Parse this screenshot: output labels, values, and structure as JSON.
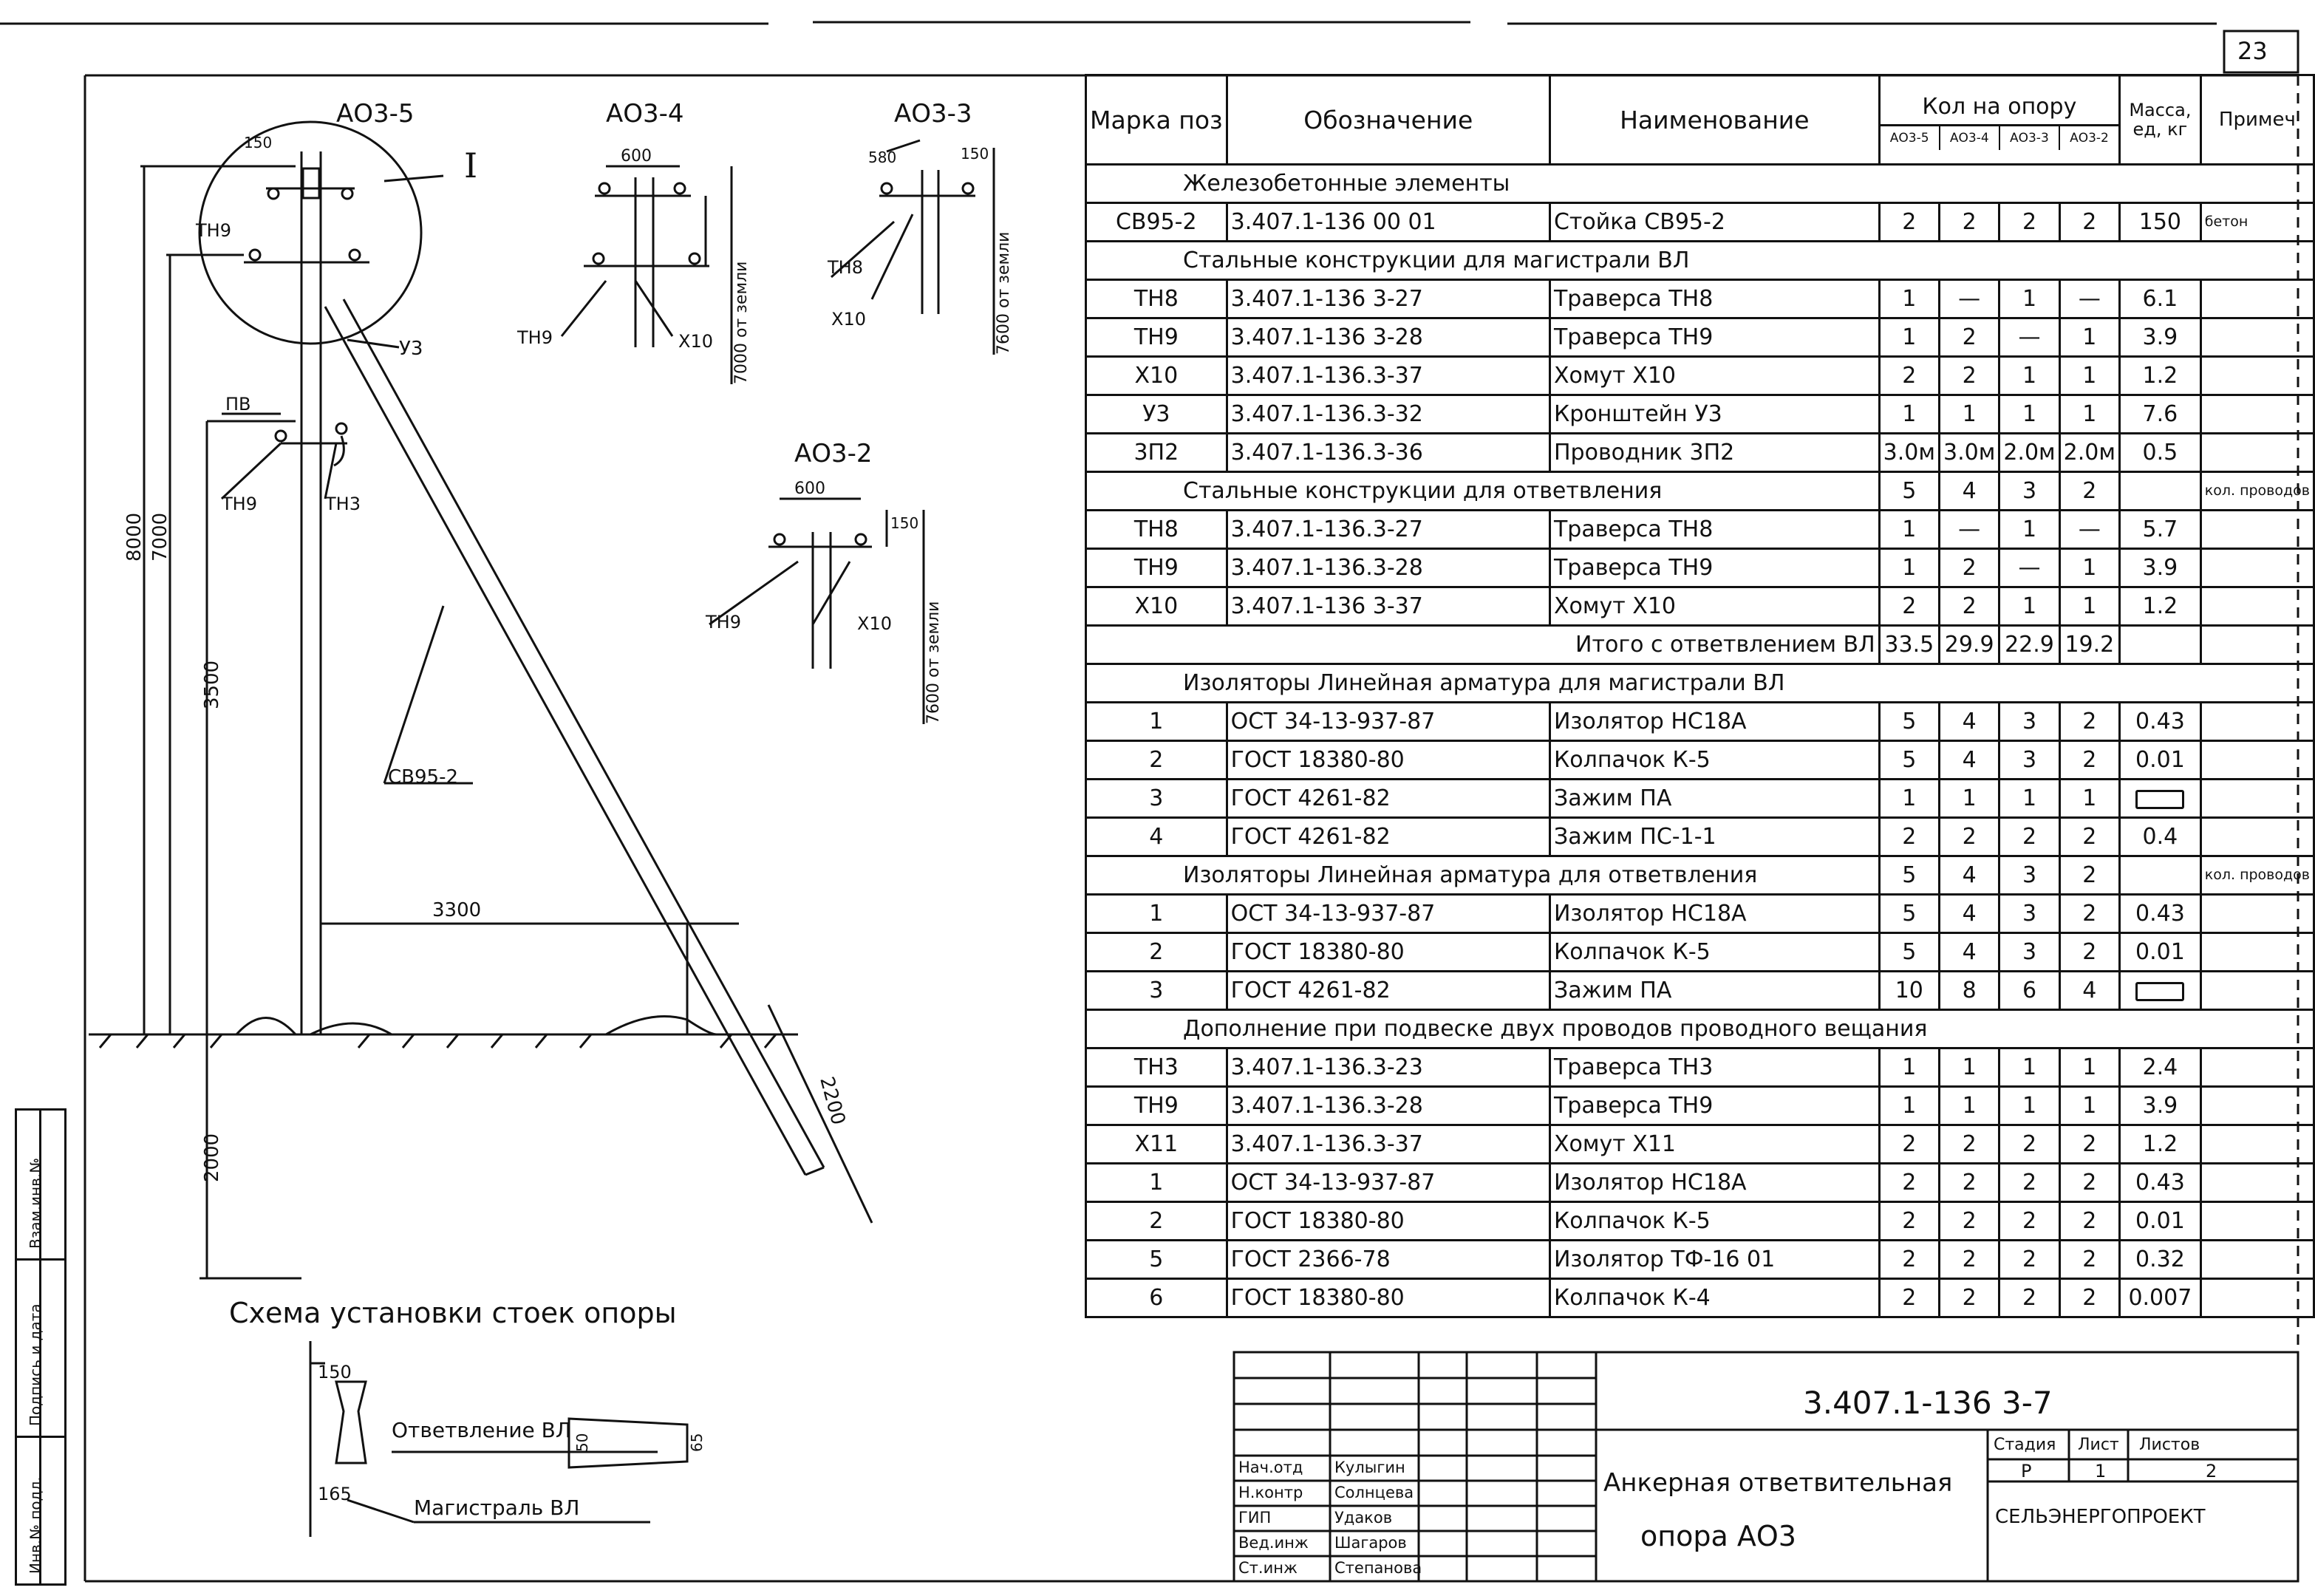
{
  "page_number": "23",
  "drawings": {
    "ao3_5": "АО3-5",
    "ao3_4": "АО3-4",
    "ao3_3": "АО3-3",
    "ao3_2": "АО3-2",
    "detail_mark": "I",
    "labels": {
      "tn9": "ТН9",
      "u3": "У3",
      "pv": "ПВ",
      "tn3": "ТН3",
      "tn8": "ТН8",
      "x10": "Х10",
      "cv95": "СВ95-2"
    },
    "dims": {
      "d150": "150",
      "d600": "600",
      "d580": "580",
      "d8000": "8000",
      "d7000": "7000",
      "d3500": "3500",
      "d2000": "2000",
      "d3300": "3300",
      "d2200": "2200",
      "d7000_ground": "7000 от земли",
      "d7600_ground": "7600 от земли",
      "d165": "165",
      "d50": "50",
      "d65": "65"
    },
    "caption": "Схема установки стоек опоры",
    "branch_label": "Ответвление ВЛ",
    "main_label": "Магистраль ВЛ"
  },
  "table": {
    "headers": {
      "mark": "Марка поз",
      "designation": "Обозначение",
      "name": "Наименование",
      "qty": "Кол на опору",
      "qty_subs": [
        "АО3-5",
        "АО3-4",
        "АО3-3",
        "АО3-2"
      ],
      "mass": "Масса, ед, кг",
      "note": "Примеч"
    },
    "rows": [
      {
        "type": "section",
        "text": "Железобетонные элементы"
      },
      {
        "type": "item",
        "mark": "СВ95-2",
        "designation": "3.407.1-136 00 01",
        "name": "Стойка СВ95-2",
        "q": [
          "2",
          "2",
          "2",
          "2"
        ],
        "mass": "150",
        "note": "бетон"
      },
      {
        "type": "section",
        "text": "Стальные конструкции для магистрали ВЛ"
      },
      {
        "type": "item",
        "mark": "ТН8",
        "designation": "3.407.1-136 3-27",
        "name": "Траверса ТН8",
        "q": [
          "1",
          "—",
          "1",
          "—"
        ],
        "mass": "6.1",
        "note": ""
      },
      {
        "type": "item",
        "mark": "ТН9",
        "designation": "3.407.1-136 3-28",
        "name": "Траверса ТН9",
        "q": [
          "1",
          "2",
          "—",
          "1"
        ],
        "mass": "3.9",
        "note": ""
      },
      {
        "type": "item",
        "mark": "Х10",
        "designation": "3.407.1-136.3-37",
        "name": "Хомут Х10",
        "q": [
          "2",
          "2",
          "1",
          "1"
        ],
        "mass": "1.2",
        "note": ""
      },
      {
        "type": "item",
        "mark": "У3",
        "designation": "3.407.1-136.3-32",
        "name": "Кронштейн У3",
        "q": [
          "1",
          "1",
          "1",
          "1"
        ],
        "mass": "7.6",
        "note": ""
      },
      {
        "type": "item",
        "mark": "3П2",
        "designation": "3.407.1-136.3-36",
        "name": "Проводник 3П2",
        "q": [
          "3.0м",
          "3.0м",
          "2.0м",
          "2.0м"
        ],
        "mass": "0.5",
        "note": ""
      },
      {
        "type": "section_q",
        "text": "Стальные конструкции для ответвления",
        "q": [
          "5",
          "4",
          "3",
          "2"
        ],
        "mass": "",
        "note": "кол. проводов"
      },
      {
        "type": "item",
        "mark": "ТН8",
        "designation": "3.407.1-136.3-27",
        "name": "Траверса ТН8",
        "q": [
          "1",
          "—",
          "1",
          "—"
        ],
        "mass": "5.7",
        "note": ""
      },
      {
        "type": "item",
        "mark": "ТН9",
        "designation": "3.407.1-136.3-28",
        "name": "Траверса ТН9",
        "q": [
          "1",
          "2",
          "—",
          "1"
        ],
        "mass": "3.9",
        "note": ""
      },
      {
        "type": "item",
        "mark": "Х10",
        "designation": "3.407.1-136 3-37",
        "name": "Хомут Х10",
        "q": [
          "2",
          "2",
          "1",
          "1"
        ],
        "mass": "1.2",
        "note": ""
      },
      {
        "type": "total",
        "text": "Итого с ответвлением ВЛ",
        "q": [
          "33.5",
          "29.9",
          "22.9",
          "19.2"
        ],
        "mass": "",
        "note": ""
      },
      {
        "type": "section",
        "text": "Изоляторы Линейная арматура для магистрали ВЛ"
      },
      {
        "type": "item",
        "mark": "1",
        "designation": "ОСТ 34-13-937-87",
        "name": "Изолятор НС18А",
        "q": [
          "5",
          "4",
          "3",
          "2"
        ],
        "mass": "0.43",
        "note": ""
      },
      {
        "type": "item",
        "mark": "2",
        "designation": "ГОСТ 18380-80",
        "name": "Колпачок К-5",
        "q": [
          "5",
          "4",
          "3",
          "2"
        ],
        "mass": "0.01",
        "note": ""
      },
      {
        "type": "item",
        "mark": "3",
        "designation": "ГОСТ 4261-82",
        "name": "Зажим ПА",
        "q": [
          "1",
          "1",
          "1",
          "1"
        ],
        "mass": "",
        "note": "",
        "mass_box": true
      },
      {
        "type": "item",
        "mark": "4",
        "designation": "ГОСТ 4261-82",
        "name": "Зажим ПС-1-1",
        "q": [
          "2",
          "2",
          "2",
          "2"
        ],
        "mass": "0.4",
        "note": ""
      },
      {
        "type": "section_q",
        "text": "Изоляторы Линейная арматура для ответвления",
        "q": [
          "5",
          "4",
          "3",
          "2"
        ],
        "mass": "",
        "note": "кол. проводов"
      },
      {
        "type": "item",
        "mark": "1",
        "designation": "ОСТ 34-13-937-87",
        "name": "Изолятор НС18А",
        "q": [
          "5",
          "4",
          "3",
          "2"
        ],
        "mass": "0.43",
        "note": ""
      },
      {
        "type": "item",
        "mark": "2",
        "designation": "ГОСТ 18380-80",
        "name": "Колпачок К-5",
        "q": [
          "5",
          "4",
          "3",
          "2"
        ],
        "mass": "0.01",
        "note": ""
      },
      {
        "type": "item",
        "mark": "3",
        "designation": "ГОСТ 4261-82",
        "name": "Зажим ПА",
        "q": [
          "10",
          "8",
          "6",
          "4"
        ],
        "mass": "",
        "note": "",
        "mass_box": true
      },
      {
        "type": "section",
        "text": "Дополнение при подвеске двух проводов проводного вещания"
      },
      {
        "type": "item",
        "mark": "ТН3",
        "designation": "3.407.1-136.3-23",
        "name": "Траверса ТН3",
        "q": [
          "1",
          "1",
          "1",
          "1"
        ],
        "mass": "2.4",
        "note": ""
      },
      {
        "type": "item",
        "mark": "ТН9",
        "designation": "3.407.1-136.3-28",
        "name": "Траверса ТН9",
        "q": [
          "1",
          "1",
          "1",
          "1"
        ],
        "mass": "3.9",
        "note": ""
      },
      {
        "type": "item",
        "mark": "Х11",
        "designation": "3.407.1-136.3-37",
        "name": "Хомут Х11",
        "q": [
          "2",
          "2",
          "2",
          "2"
        ],
        "mass": "1.2",
        "note": ""
      },
      {
        "type": "item",
        "mark": "1",
        "designation": "ОСТ 34-13-937-87",
        "name": "Изолятор НС18А",
        "q": [
          "2",
          "2",
          "2",
          "2"
        ],
        "mass": "0.43",
        "note": ""
      },
      {
        "type": "item",
        "mark": "2",
        "designation": "ГОСТ 18380-80",
        "name": "Колпачок К-5",
        "q": [
          "2",
          "2",
          "2",
          "2"
        ],
        "mass": "0.01",
        "note": ""
      },
      {
        "type": "item",
        "mark": "5",
        "designation": "ГОСТ 2366-78",
        "name": "Изолятор ТФ-16 01",
        "q": [
          "2",
          "2",
          "2",
          "2"
        ],
        "mass": "0.32",
        "note": ""
      },
      {
        "type": "item",
        "mark": "6",
        "designation": "ГОСТ 18380-80",
        "name": "Колпачок К-4",
        "q": [
          "2",
          "2",
          "2",
          "2"
        ],
        "mass": "0.007",
        "note": ""
      }
    ]
  },
  "title_block": {
    "doc_code": "3.407.1-136 3-7",
    "title_line1": "Анкерная ответвительная",
    "title_line2": "опора АО3",
    "stage_label": "Стадия",
    "sheet_label": "Лист",
    "sheets_label": "Листов",
    "stage": "Р",
    "sheet": "1",
    "sheets": "2",
    "org": "СЕЛЬЭНЕРГОПРОЕКТ",
    "signers": [
      {
        "role": "Нач.отд",
        "name": "Кулыгин"
      },
      {
        "role": "Н.контр",
        "name": "Солнцева"
      },
      {
        "role": "ГИП",
        "name": "Удаков"
      },
      {
        "role": "Вед.инж",
        "name": "Шагаров"
      },
      {
        "role": "Ст.инж",
        "name": "Степанова"
      }
    ]
  },
  "side_stamp": [
    "Инв.№ подл.",
    "Подпись и дата",
    "Взам.инв.№"
  ]
}
